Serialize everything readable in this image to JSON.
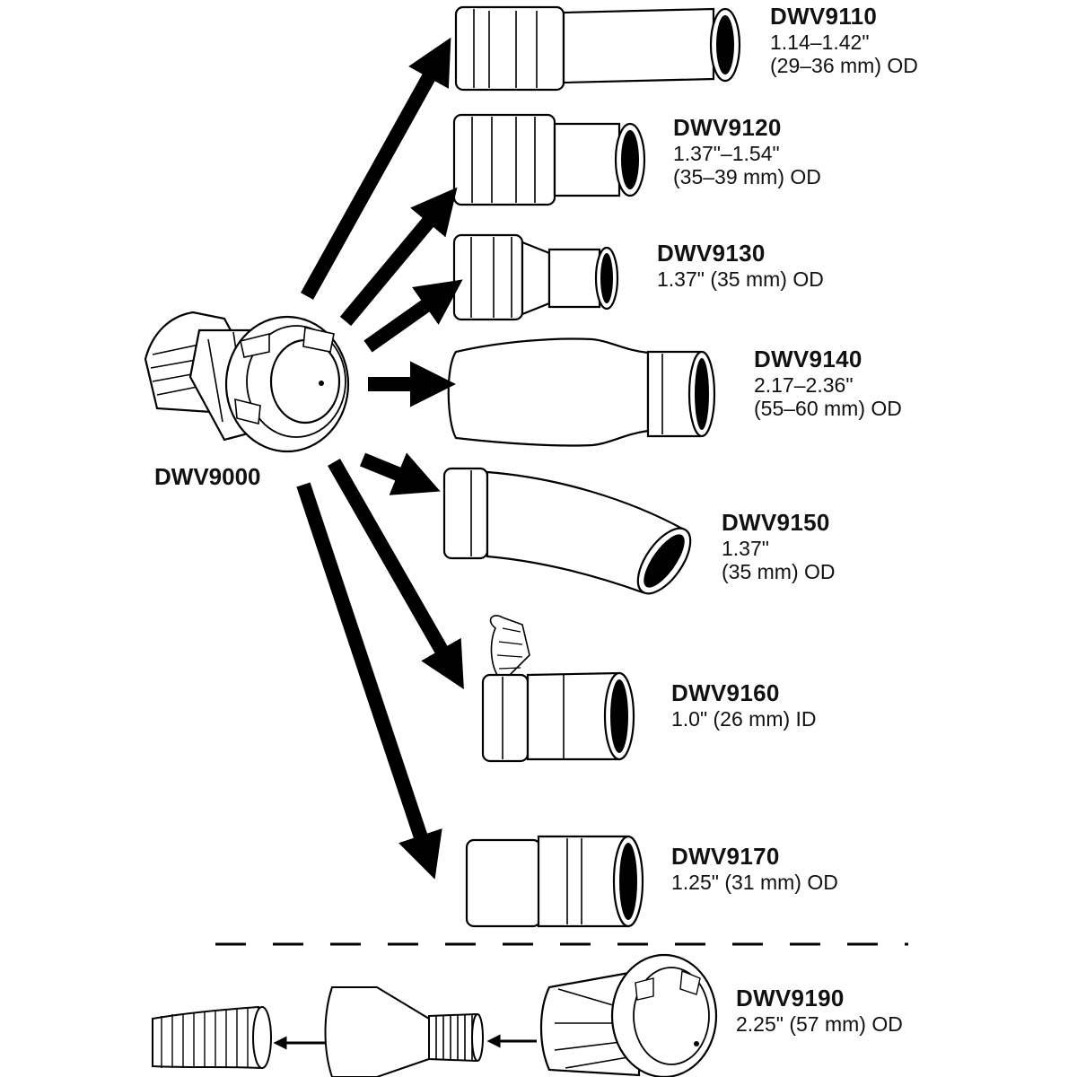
{
  "hub": {
    "code": "DWV9000"
  },
  "adapters": [
    {
      "code": "DWV9110",
      "lines": [
        "1.14–1.42\"",
        "(29–36 mm) OD"
      ]
    },
    {
      "code": "DWV9120",
      "lines": [
        "1.37\"–1.54\"",
        "(35–39 mm) OD"
      ]
    },
    {
      "code": "DWV9130",
      "lines": [
        "1.37\" (35 mm) OD"
      ]
    },
    {
      "code": "DWV9140",
      "lines": [
        "2.17–2.36\"",
        "(55–60 mm) OD"
      ]
    },
    {
      "code": "DWV9150",
      "lines": [
        "1.37\"",
        "(35 mm) OD"
      ]
    },
    {
      "code": "DWV9160",
      "lines": [
        "1.0\" (26 mm) ID"
      ]
    },
    {
      "code": "DWV9170",
      "lines": [
        "1.25\" (31 mm) OD"
      ]
    }
  ],
  "bottom": {
    "code": "DWV9190",
    "lines": [
      "2.25\" (57 mm) OD"
    ]
  }
}
